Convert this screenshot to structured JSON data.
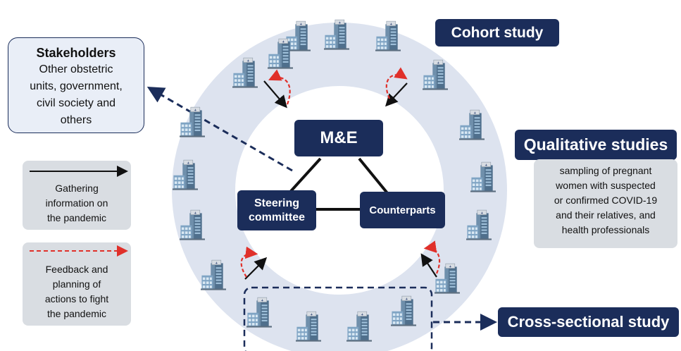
{
  "colors": {
    "navy": "#1b2d5a",
    "ring": "#dde3ef",
    "feedback_red": "#e0302a",
    "grey_box": "#d9dde2",
    "stakeholder_bg": "#e9eef7"
  },
  "icons": {
    "building": "hospital-building-icon"
  },
  "stakeholders": {
    "title": "Stakeholders",
    "lines": [
      "Other obstetric",
      "units, government,",
      "civil society and",
      "others"
    ]
  },
  "legend": {
    "gathering": [
      "Gathering",
      "information on",
      "the pandemic"
    ],
    "feedback": [
      "Feedback and",
      "planning of",
      "actions to fight",
      "the pandemic"
    ]
  },
  "center": {
    "me": "M&E",
    "steering": [
      "Steering",
      "committee"
    ],
    "counterparts": "Counterparts"
  },
  "studies": {
    "cohort": "Cohort study",
    "qualitative": "Qualitative studies",
    "qualitative_desc": [
      "sampling of pregnant",
      "women with suspected",
      "or confirmed COVID-19",
      "and their relatives, and",
      "health professionals"
    ],
    "cross_sectional": "Cross-sectional study"
  }
}
